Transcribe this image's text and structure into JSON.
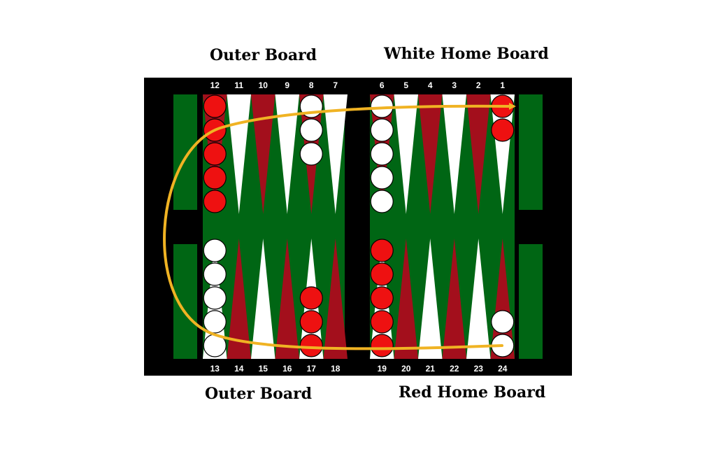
{
  "labels": {
    "top_left": "Outer Board",
    "top_right": "White Home Board",
    "bottom_left": "Outer Board",
    "bottom_right": "Red Home Board"
  },
  "point_numbers": {
    "top": [
      "12",
      "11",
      "10",
      "9",
      "8",
      "7",
      "6",
      "5",
      "4",
      "3",
      "2",
      "1"
    ],
    "bottom": [
      "13",
      "14",
      "15",
      "16",
      "17",
      "18",
      "19",
      "20",
      "21",
      "22",
      "23",
      "24"
    ]
  },
  "colors": {
    "frame": "#000000",
    "felt": "#006614",
    "point_dark": "#a30f1c",
    "point_light": "#ffffff",
    "checker_red": "#ee1111",
    "checker_white": "#ffffff",
    "arrow": "#f0b323"
  },
  "checkers": [
    {
      "point": "12",
      "color": "red",
      "count": 5
    },
    {
      "point": "8",
      "color": "white",
      "count": 3
    },
    {
      "point": "6",
      "color": "white",
      "count": 5
    },
    {
      "point": "1",
      "color": "red",
      "count": 2
    },
    {
      "point": "13",
      "color": "white",
      "count": 5
    },
    {
      "point": "17",
      "color": "red",
      "count": 3
    },
    {
      "point": "19",
      "color": "red",
      "count": 5
    },
    {
      "point": "24",
      "color": "white",
      "count": 2
    }
  ]
}
